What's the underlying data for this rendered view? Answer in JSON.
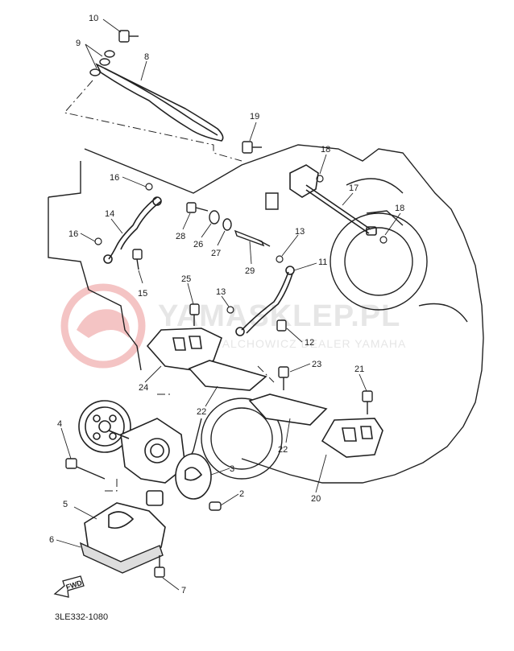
{
  "diagram": {
    "watermark": {
      "brand": "YAMASKLEP.PL",
      "subtitle": "WALCHOWICZ  DEALER YAMAHA"
    },
    "drawing_code": "3LE332-1080",
    "fwd_label": "FWD",
    "part_labels": [
      {
        "id": "p10",
        "text": "10"
      },
      {
        "id": "p9",
        "text": "9"
      },
      {
        "id": "p8",
        "text": "8"
      },
      {
        "id": "p19",
        "text": "19"
      },
      {
        "id": "p18a",
        "text": "18"
      },
      {
        "id": "p17",
        "text": "17"
      },
      {
        "id": "p18b",
        "text": "18"
      },
      {
        "id": "p16a",
        "text": "16"
      },
      {
        "id": "p14",
        "text": "14"
      },
      {
        "id": "p16b",
        "text": "16"
      },
      {
        "id": "p15",
        "text": "15"
      },
      {
        "id": "p28",
        "text": "28"
      },
      {
        "id": "p26",
        "text": "26"
      },
      {
        "id": "p27",
        "text": "27"
      },
      {
        "id": "p29",
        "text": "29"
      },
      {
        "id": "p13a",
        "text": "13"
      },
      {
        "id": "p11",
        "text": "11"
      },
      {
        "id": "p25",
        "text": "25"
      },
      {
        "id": "p13b",
        "text": "13"
      },
      {
        "id": "p12",
        "text": "12"
      },
      {
        "id": "p23",
        "text": "23"
      },
      {
        "id": "p21",
        "text": "21"
      },
      {
        "id": "p24",
        "text": "24"
      },
      {
        "id": "p22a",
        "text": "22"
      },
      {
        "id": "p22b",
        "text": "22"
      },
      {
        "id": "p20",
        "text": "20"
      },
      {
        "id": "p4",
        "text": "4"
      },
      {
        "id": "p3",
        "text": "3"
      },
      {
        "id": "p2",
        "text": "2"
      },
      {
        "id": "p5",
        "text": "5"
      },
      {
        "id": "p6",
        "text": "6"
      },
      {
        "id": "p7",
        "text": "7"
      }
    ]
  }
}
